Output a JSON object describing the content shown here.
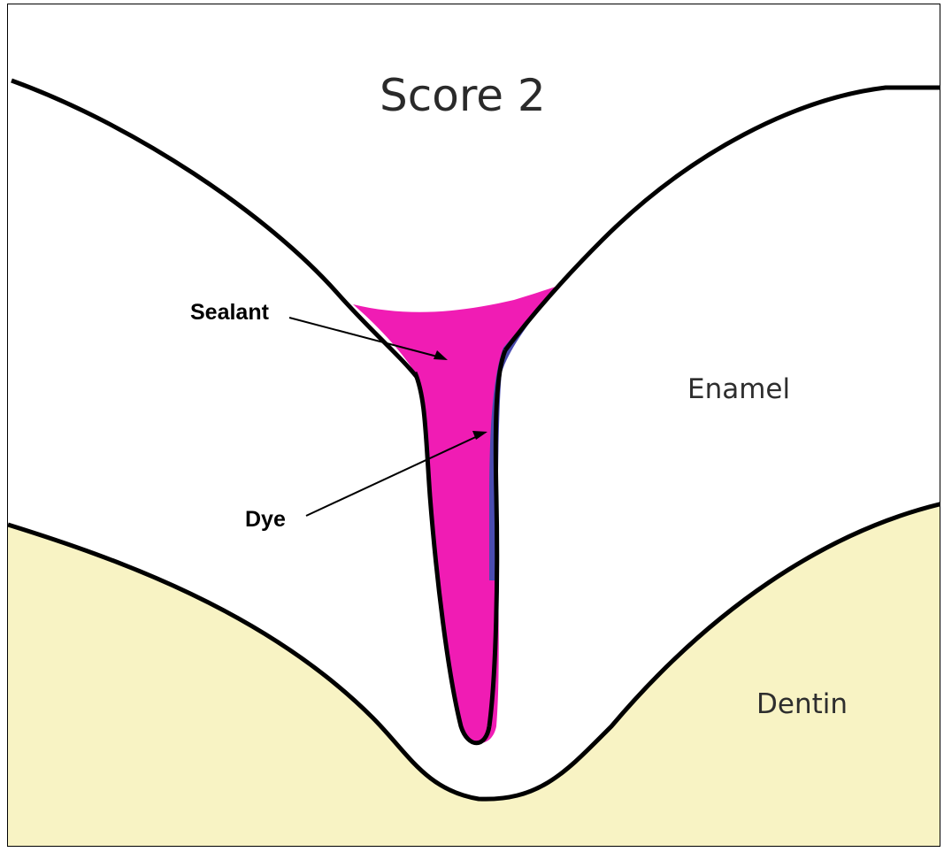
{
  "title": "Score 2",
  "labels": {
    "enamel": "Enamel",
    "dentin": "Dentin",
    "sealant": "Sealant",
    "dye": "Dye"
  },
  "colors": {
    "background": "#ffffff",
    "dentin": "#f8f3c4",
    "sealant": "#f01cb4",
    "dye": "#4a4cb0",
    "outline": "#000000"
  }
}
